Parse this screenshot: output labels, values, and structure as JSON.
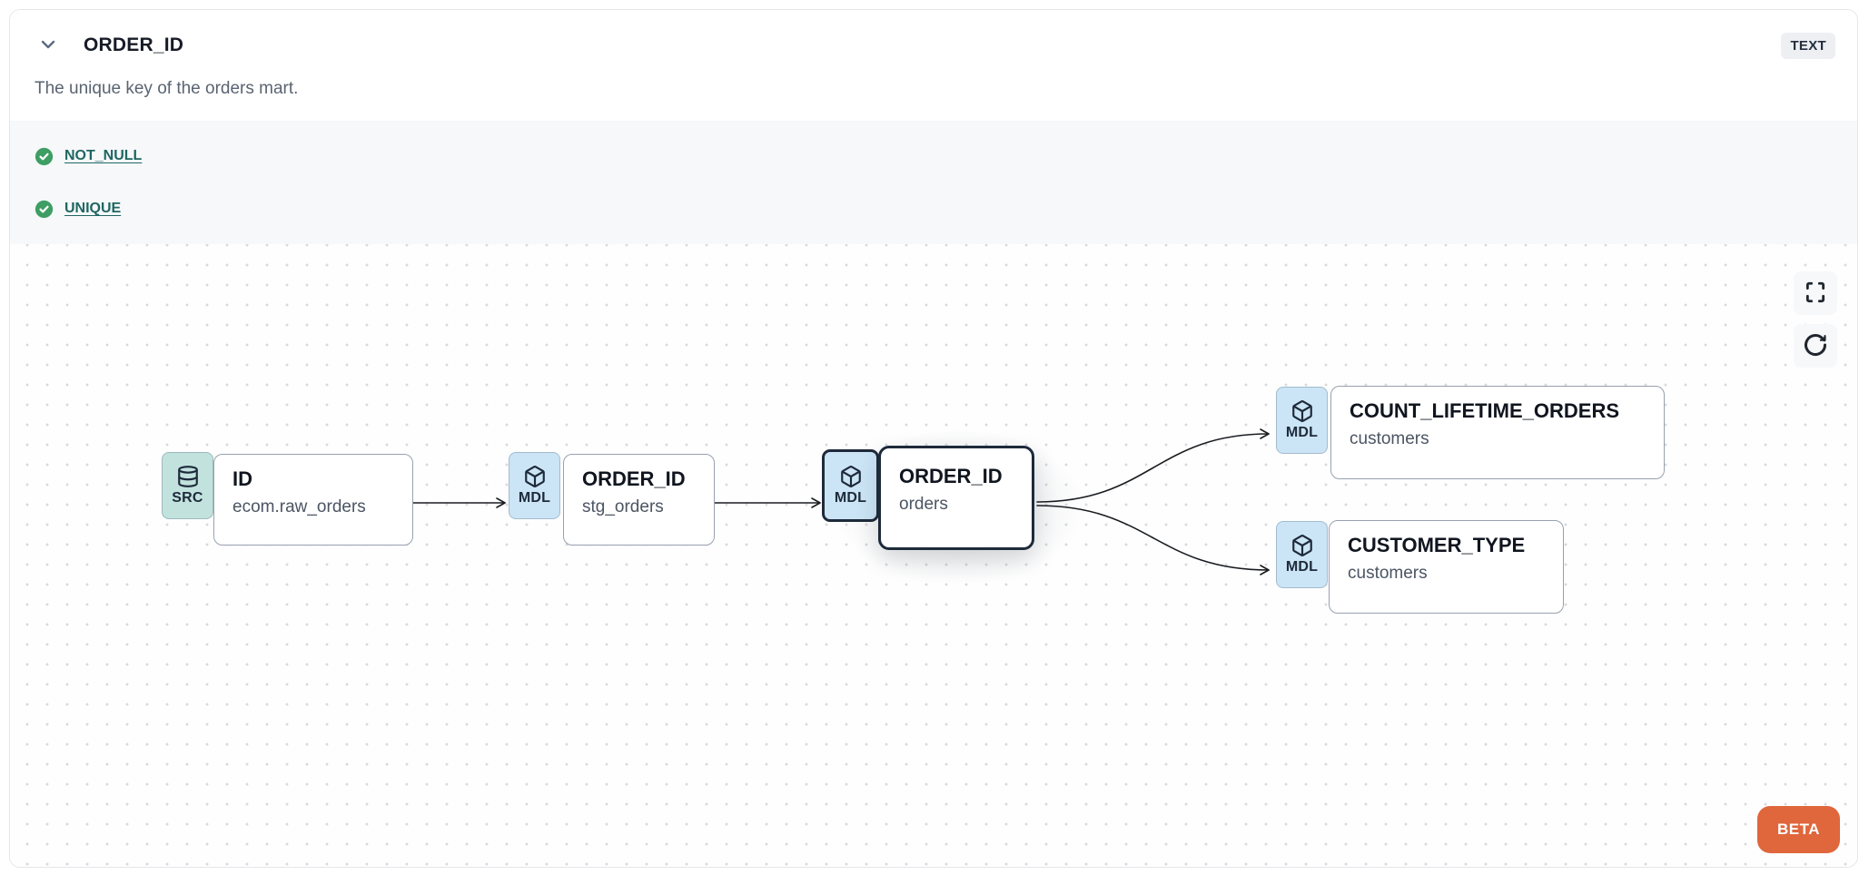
{
  "header": {
    "title": "ORDER_ID",
    "type_badge": "TEXT",
    "description": "The unique key of the orders mart."
  },
  "tests": [
    {
      "label": "NOT_NULL",
      "status": "pass"
    },
    {
      "label": "UNIQUE",
      "status": "pass"
    }
  ],
  "lineage": {
    "nodes": [
      {
        "badge": "SRC",
        "icon": "database-icon",
        "title": "ID",
        "subtitle": "ecom.raw_orders",
        "kind": "source",
        "selected": false
      },
      {
        "badge": "MDL",
        "icon": "cube-icon",
        "title": "ORDER_ID",
        "subtitle": "stg_orders",
        "kind": "model",
        "selected": false
      },
      {
        "badge": "MDL",
        "icon": "cube-icon",
        "title": "ORDER_ID",
        "subtitle": "orders",
        "kind": "model",
        "selected": true
      },
      {
        "badge": "MDL",
        "icon": "cube-icon",
        "title": "COUNT_LIFETIME_ORDERS",
        "subtitle": "customers",
        "kind": "model",
        "selected": false
      },
      {
        "badge": "MDL",
        "icon": "cube-icon",
        "title": "CUSTOMER_TYPE",
        "subtitle": "customers",
        "kind": "model",
        "selected": false
      }
    ]
  },
  "canvas": {
    "controls": [
      {
        "name": "fullscreen"
      },
      {
        "name": "refresh"
      }
    ],
    "beta_label": "BETA"
  },
  "colors": {
    "accent_orange": "#e0663c",
    "check_green": "#3e9e63",
    "link_teal": "#1f6662",
    "source_badge_teal": "#c2e2de",
    "model_badge_blue": "#cbe5f6",
    "selected_border": "#1e2a3a",
    "tests_background": "#f6f8fa"
  }
}
